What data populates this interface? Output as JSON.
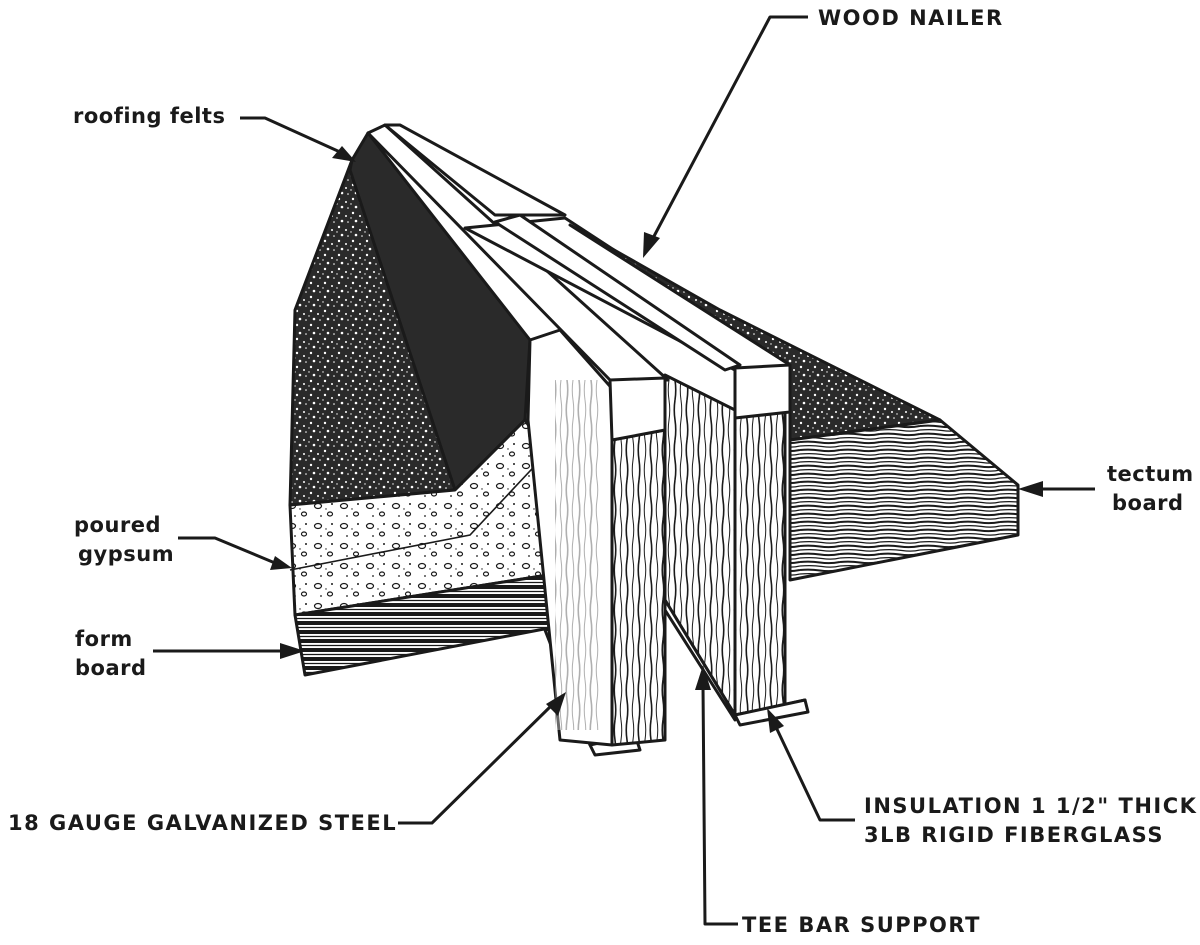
{
  "diagram": {
    "type": "isometric construction detail",
    "subject": "roof deck with tee bar support, insulation and wood nailer",
    "ink_color": "#1a1a1a",
    "paper_color": "#ffffff",
    "labels": {
      "roofing_felts": "roofing felts",
      "wood_nailer": "WOOD NAILER",
      "poured_gypsum_line1": "poured",
      "poured_gypsum_line2": "gypsum",
      "form_board_line1": "form",
      "form_board_line2": "board",
      "tectum_board_line1": "tectum",
      "tectum_board_line2": "board",
      "galvanized_steel": "18 GAUGE GALVANIZED STEEL",
      "insulation_line1": "INSULATION 1 1/2\" THICK",
      "insulation_line2": "3LB RIGID FIBERGLASS",
      "tee_bar_support": "TEE BAR SUPPORT"
    }
  }
}
